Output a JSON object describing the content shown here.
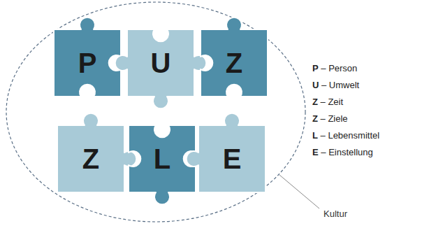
{
  "diagram": {
    "nodes": [
      {
        "text": [
          "Kultur"
        ]
      },
      {
        "text": [
          "P"
        ],
        "in": 0
      },
      {
        "text": [
          "U"
        ],
        "in": 0
      },
      {
        "text": [
          "Z"
        ],
        "in": 0
      },
      {
        "text": [
          "Z"
        ],
        "in": 0
      },
      {
        "text": [
          "L"
        ],
        "in": 0
      },
      {
        "text": [
          "E"
        ],
        "in": 0
      }
    ],
    "labels": [
      "P – Person",
      "U – Umwelt",
      "Z – Zeit",
      "Z – Ziele",
      "L – Lebensmittel",
      "E – Einstellung"
    ]
  }
}
